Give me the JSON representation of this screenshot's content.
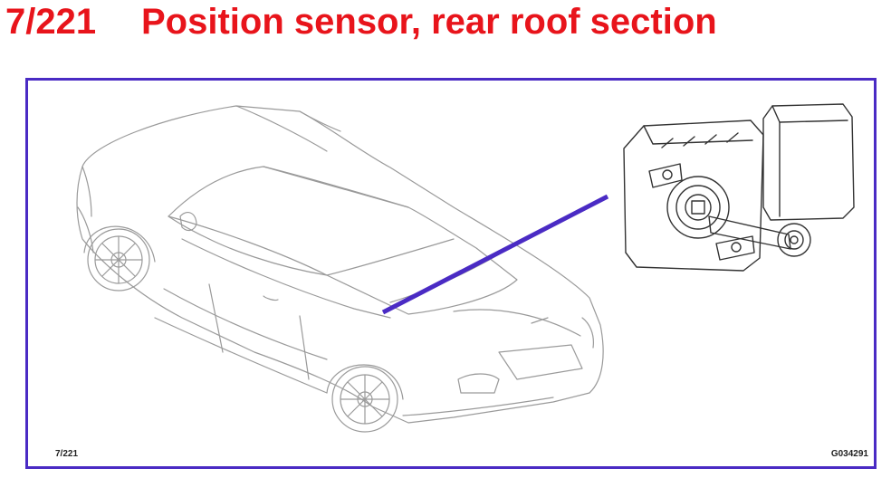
{
  "header": {
    "figure_number": "7/221",
    "title": "Position sensor, rear roof section"
  },
  "figure": {
    "reference": "7/221",
    "image_id": "G034291"
  },
  "colors": {
    "title": "#e8141b",
    "frame": "#4a2bc4",
    "leader_line": "#4a2bc4",
    "line_art": "#9a9a9a"
  },
  "icons": {
    "vehicle": "convertible-car-illustration",
    "component": "position-sensor-illustration"
  }
}
